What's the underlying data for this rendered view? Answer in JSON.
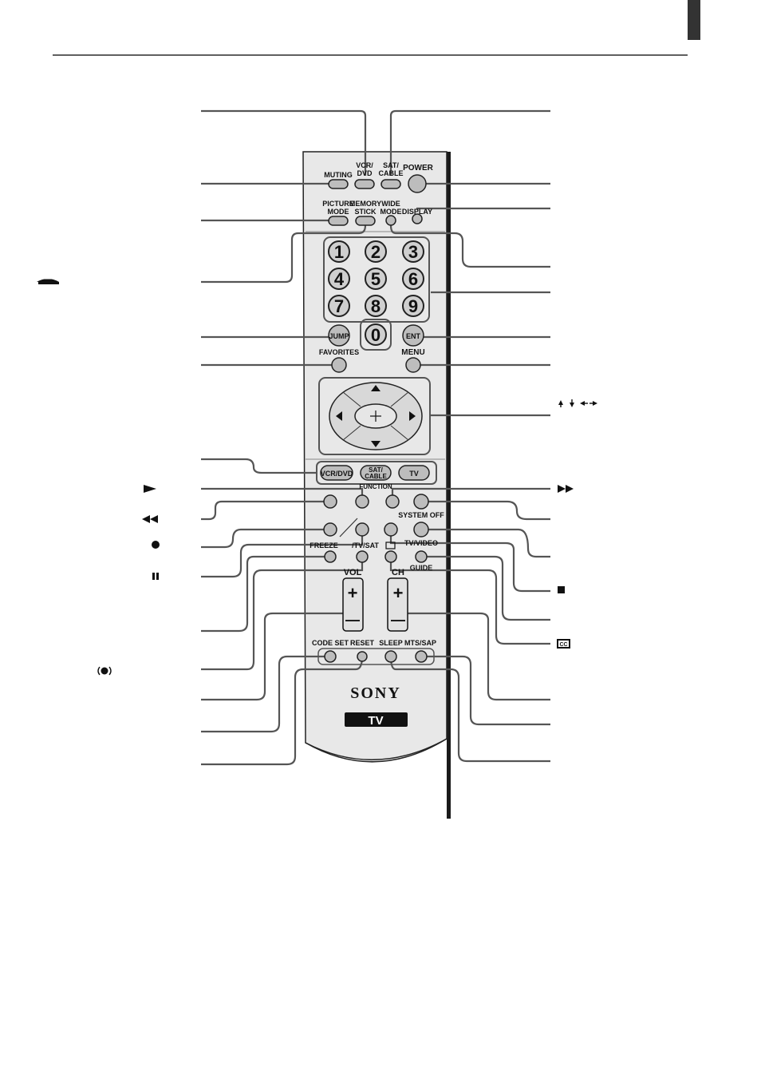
{
  "remote": {
    "brand": "SONY",
    "model_badge": "TV",
    "labels": {
      "muting": "MUTING",
      "vcr_dvd": "VCR/\nDVD",
      "sat_cable": "SAT/\nCABLE",
      "power": "POWER",
      "picture_mode": "PICTURE\nMODE",
      "memory_stick": "MEMORY\nSTICK",
      "wide_mode": "WIDE\nMODE",
      "display": "DISPLAY",
      "jump": "JUMP",
      "ent": "ENT",
      "favorites": "FAVORITES",
      "menu": "MENU",
      "func_vcr_dvd": "VCR/DVD",
      "func_sat_cable": "SAT/\nCABLE",
      "func_tv": "TV",
      "function": "FUNCTION",
      "system_off": "SYSTEM OFF",
      "tv_video": "TV/VIDEO",
      "freeze": "FREEZE",
      "tv_sat": "/TV/SAT",
      "guide": "GUIDE",
      "vol": "VOL",
      "ch": "CH",
      "code_set": "CODE SET",
      "reset": "RESET",
      "sleep": "SLEEP",
      "mts_sap": "MTS/SAP"
    },
    "number_keys": [
      "1",
      "2",
      "3",
      "4",
      "5",
      "6",
      "7",
      "8",
      "9",
      "0"
    ]
  },
  "callouts": {
    "memory_stick_icon": "memory-stick-icon",
    "play": "play-icon",
    "rewind": "rewind-icon",
    "record": "record-icon",
    "pause": "pause-icon",
    "freeze_icon": "freeze-icon",
    "arrows": "arrow-keys-icon",
    "fast_forward": "fast-forward-icon",
    "stop": "stop-icon",
    "cc": "CC"
  }
}
